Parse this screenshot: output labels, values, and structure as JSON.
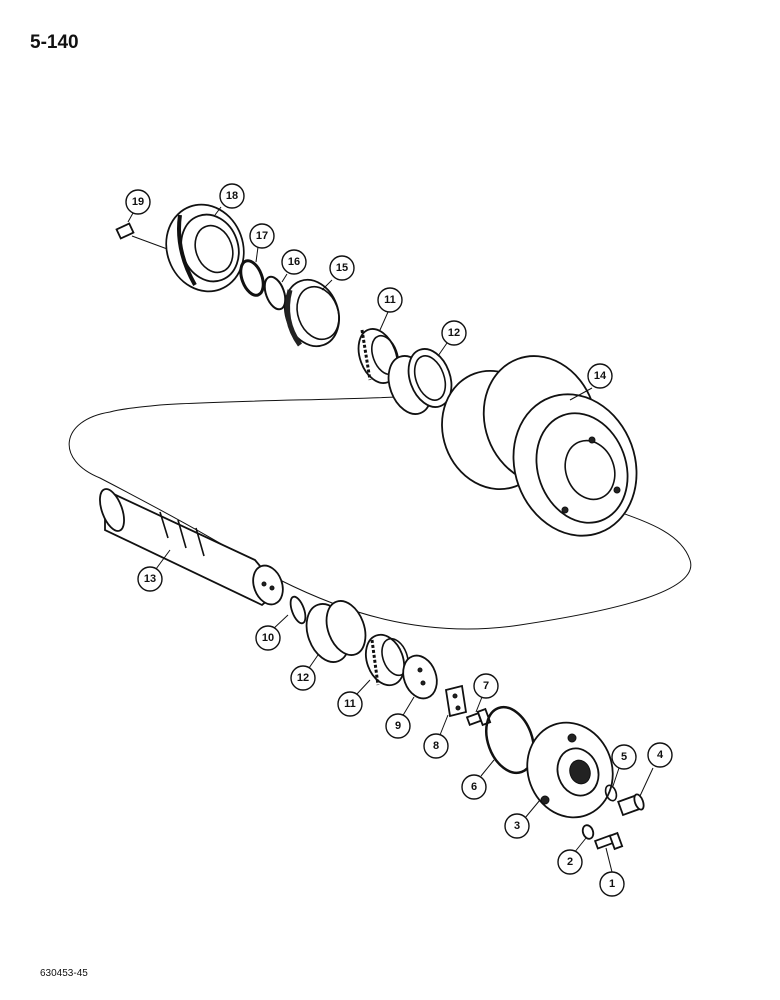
{
  "page_number": "5-140",
  "figure_code": "630453-45",
  "callouts": [
    "1",
    "2",
    "3",
    "4",
    "5",
    "6",
    "7",
    "8",
    "9",
    "10",
    "11",
    "11",
    "12",
    "12",
    "13",
    "14",
    "15",
    "16",
    "17",
    "18",
    "19"
  ]
}
